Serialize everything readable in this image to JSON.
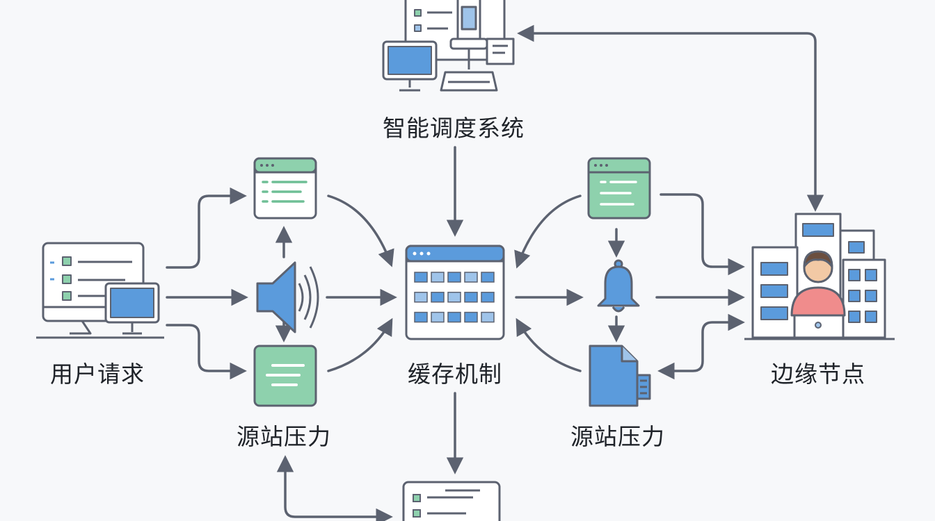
{
  "labels": {
    "scheduler": "智能调度系统",
    "user_request": "用户请求",
    "cache": "缓存机制",
    "edge_node": "边缘节点",
    "origin_left": "源站压力",
    "origin_right": "源站压力"
  },
  "colors": {
    "line": "#5c6270",
    "blue": "#5b9bdc",
    "blue_light": "#9fc4ea",
    "green": "#8ed1ad",
    "green_dark": "#6fbf96",
    "skin": "#f2c9a5",
    "shirt": "#f08c8c",
    "hair": "#6b4f3f"
  },
  "icons": [
    "scheduler-workstation-icon",
    "user-computer-icon",
    "document-icon",
    "speaker-icon",
    "text-panel-icon",
    "cache-grid-icon",
    "bell-icon",
    "file-icon",
    "edge-building-icon",
    "list-document-icon"
  ]
}
